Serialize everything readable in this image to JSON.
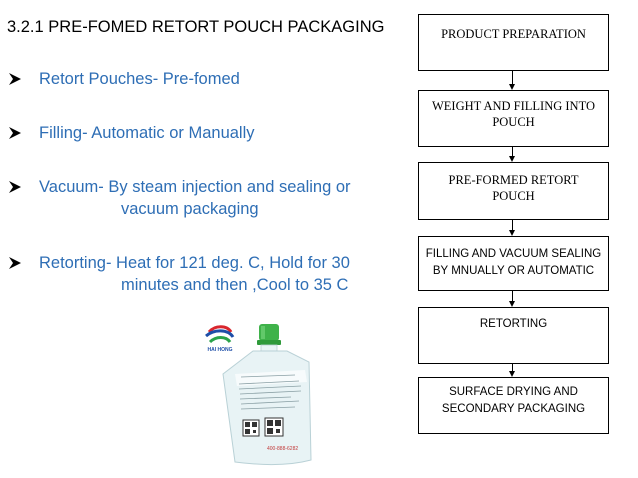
{
  "slide": {
    "title": "3.2.1 PRE-FOMED RETORT POUCH PACKAGING",
    "bullets": [
      {
        "line1": "Retort Pouches- Pre-fomed",
        "line2": ""
      },
      {
        "line1": "Filling- Automatic or Manually",
        "line2": ""
      },
      {
        "line1": "Vacuum- By steam injection and sealing or",
        "line2": "vacuum packaging"
      },
      {
        "line1": "Retorting- Heat for 121 deg. C, Hold  for 30",
        "line2": "minutes and then ,Cool to 35 C"
      }
    ]
  },
  "flowchart": {
    "steps": [
      {
        "line1": "PRODUCT PREPARATION",
        "line2": ""
      },
      {
        "line1": "WEIGHT AND FILLING INTO",
        "line2": "POUCH"
      },
      {
        "line1": "PRE-FORMED   RETORT",
        "line2": "POUCH"
      },
      {
        "line1": "FILLING AND VACUUM SEALING",
        "line2": "BY MNUALLY OR AUTOMATIC"
      },
      {
        "line1": "RETORTING",
        "line2": ""
      },
      {
        "line1": "SURFACE DRYING AND",
        "line2": "SECONDARY PACKAGING"
      }
    ]
  },
  "image": {
    "logo_text": "HAI HONG",
    "pouch_label": "",
    "pouch_phone": "400-888-6282"
  },
  "colors": {
    "bullet_text": "#2e6eb5",
    "logo_blue": "#1e4ea8",
    "logo_red": "#d9262e",
    "logo_green": "#2aa34a",
    "cap_green": "#3fb24a"
  }
}
